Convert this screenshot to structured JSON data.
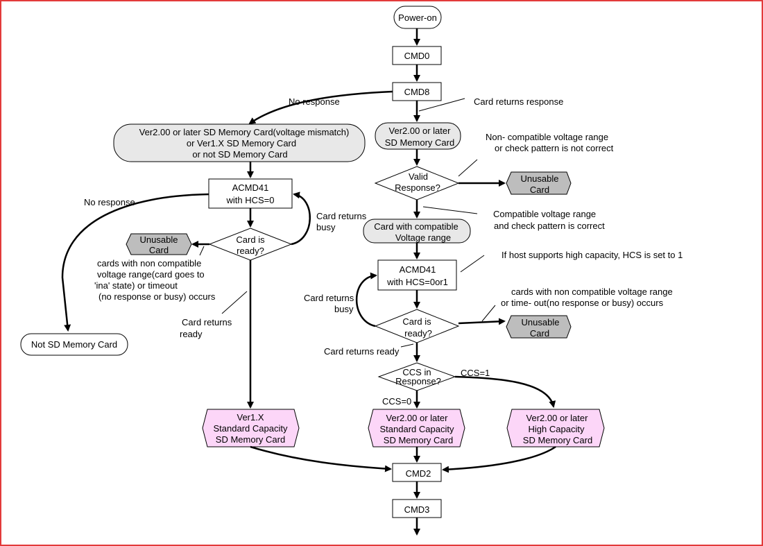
{
  "nodes": {
    "power_on": "Power-on",
    "cmd0": "CMD0",
    "cmd8": "CMD8",
    "left_state": [
      "Ver2.00 or later SD Memory Card(voltage mismatch)",
      "or Ver1.X SD Memory Card",
      "or not SD Memory Card"
    ],
    "acmd41_left": [
      "ACMD41",
      "with HCS=0"
    ],
    "ready_left": [
      "Card is",
      "ready?"
    ],
    "unusable_left": [
      "Unusable",
      "Card"
    ],
    "not_sd": "Not SD Memory Card",
    "ver1x": [
      "Ver1.X",
      "Standard Capacity",
      "SD Memory Card"
    ],
    "ver2_state": [
      "Ver2.00 or later",
      "SD Memory Card"
    ],
    "valid_resp": [
      "Valid",
      "Response?"
    ],
    "unusable_r1": [
      "Unusable",
      "Card"
    ],
    "compatible": [
      "Card with compatible",
      "Voltage range"
    ],
    "acmd41_right": [
      "ACMD41",
      "with HCS=0or1"
    ],
    "ready_right": [
      "Card is",
      "ready?"
    ],
    "unusable_r2": [
      "Unusable",
      "Card"
    ],
    "ccs": [
      "CCS in",
      "Response?"
    ],
    "ver2_std": [
      "Ver2.00 or later",
      "Standard Capacity",
      "SD Memory Card"
    ],
    "ver2_high": [
      "Ver2.00 or later",
      "High Capacity",
      "SD Memory Card"
    ],
    "cmd2": "CMD2",
    "cmd3": "CMD3"
  },
  "labels": {
    "no_response_1": "No response",
    "card_returns_response": "Card returns response",
    "no_response_2": "No response",
    "card_returns_busy_left": [
      "Card returns",
      "busy"
    ],
    "left_unusable_note": [
      "cards with non compatible",
      "voltage range(card goes to",
      "'ina' state) or timeout",
      "(no response or busy) occurs"
    ],
    "card_returns_ready_left": [
      "Card returns",
      "ready"
    ],
    "noncompat_note": [
      "Non-  compatible voltage range",
      "or check pattern is not correct"
    ],
    "compat_note": [
      "Compatible voltage range",
      "and check pattern is correct"
    ],
    "hcs_note": "If host supports high capacity, HCS is set to 1",
    "card_returns_busy_right": [
      "Card returns",
      "busy"
    ],
    "right_unusable_note": [
      "cards with non compatible voltage range",
      "or time-  out(no response or busy) occurs"
    ],
    "card_returns_ready_right": "Card returns ready",
    "ccs1": "CCS=1",
    "ccs0": "CCS=0"
  }
}
